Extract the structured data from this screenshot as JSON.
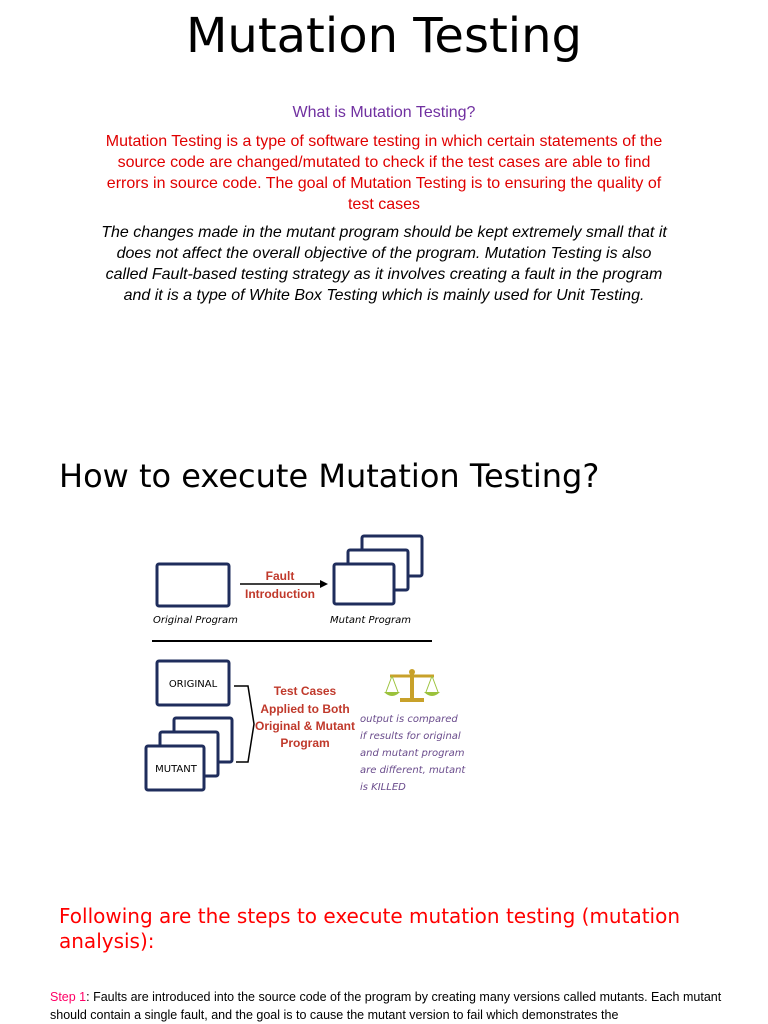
{
  "title": "Mutation Testing",
  "question": "What is Mutation Testing?",
  "definition": "Mutation Testing is a type of software testing in which certain statements of the source code are changed/mutated to check if the test cases are able to find errors in source code. The goal of Mutation Testing is to ensuring the quality of test cases",
  "italic_note": "The changes made in the mutant program should be kept extremely small that it does not affect the overall objective of the program. Mutation Testing is also called Fault-based testing strategy as it involves creating a fault in the program and it is a type of White Box Testing which is mainly used for Unit Testing.",
  "how_heading": "How to execute Mutation Testing?",
  "diagram": {
    "original_program": "Original Program",
    "fault_line1": "Fault",
    "fault_line2": "Introduction",
    "mutant_program": "Mutant Program",
    "original_box": "ORIGINAL",
    "mutant_box": "MUTANT",
    "test_cases_lines": [
      "Test Cases",
      "Applied to Both",
      "Original & Mutant",
      "Program"
    ],
    "result_lines": [
      "output is compared",
      "if results for original",
      "and mutant program",
      "are different, mutant",
      "is KILLED"
    ]
  },
  "steps_heading": "Following are the steps to execute mutation testing (mutation analysis):",
  "step1": {
    "label": "Step 1",
    "text": ": Faults are introduced into the source code of the program by creating many versions called mutants. Each mutant should contain a single fault, and the goal is to cause the mutant version to fail which demonstrates the"
  },
  "colors": {
    "question": "#7030a0",
    "definition": "#e00000",
    "steps_heading": "#ff0000",
    "step_label": "#ff0066",
    "diagram_red": "#c0392b",
    "diagram_blue": "#1f2d5c",
    "hand_text": "#6a4c8c",
    "scale_gold": "#c8a12a",
    "scale_green": "#9bc23c"
  }
}
